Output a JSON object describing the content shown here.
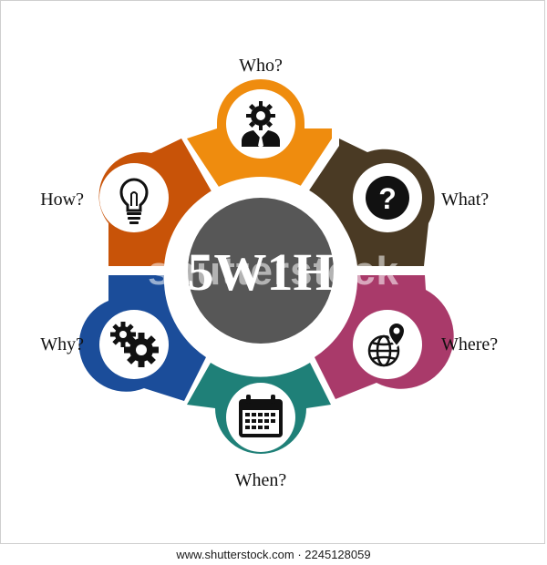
{
  "title": "5W1H",
  "watermark": "shutterstock",
  "footer": "www.shutterstock.com · 2245128059",
  "segments": [
    {
      "key": "who",
      "label": "Who?",
      "color": "#ef8c0e",
      "icon": "businessman-gear-icon"
    },
    {
      "key": "what",
      "label": "What?",
      "color": "#4a3a24",
      "icon": "question-mark-icon"
    },
    {
      "key": "where",
      "label": "Where?",
      "color": "#a93a6a",
      "icon": "globe-location-pin-icon"
    },
    {
      "key": "when",
      "label": "When?",
      "color": "#1f8078",
      "icon": "calendar-icon"
    },
    {
      "key": "why",
      "label": "Why?",
      "color": "#1b4d9a",
      "icon": "gears-icon"
    },
    {
      "key": "how",
      "label": "How?",
      "color": "#c85308",
      "icon": "lightbulb-icon"
    }
  ],
  "center_color": "#575757"
}
